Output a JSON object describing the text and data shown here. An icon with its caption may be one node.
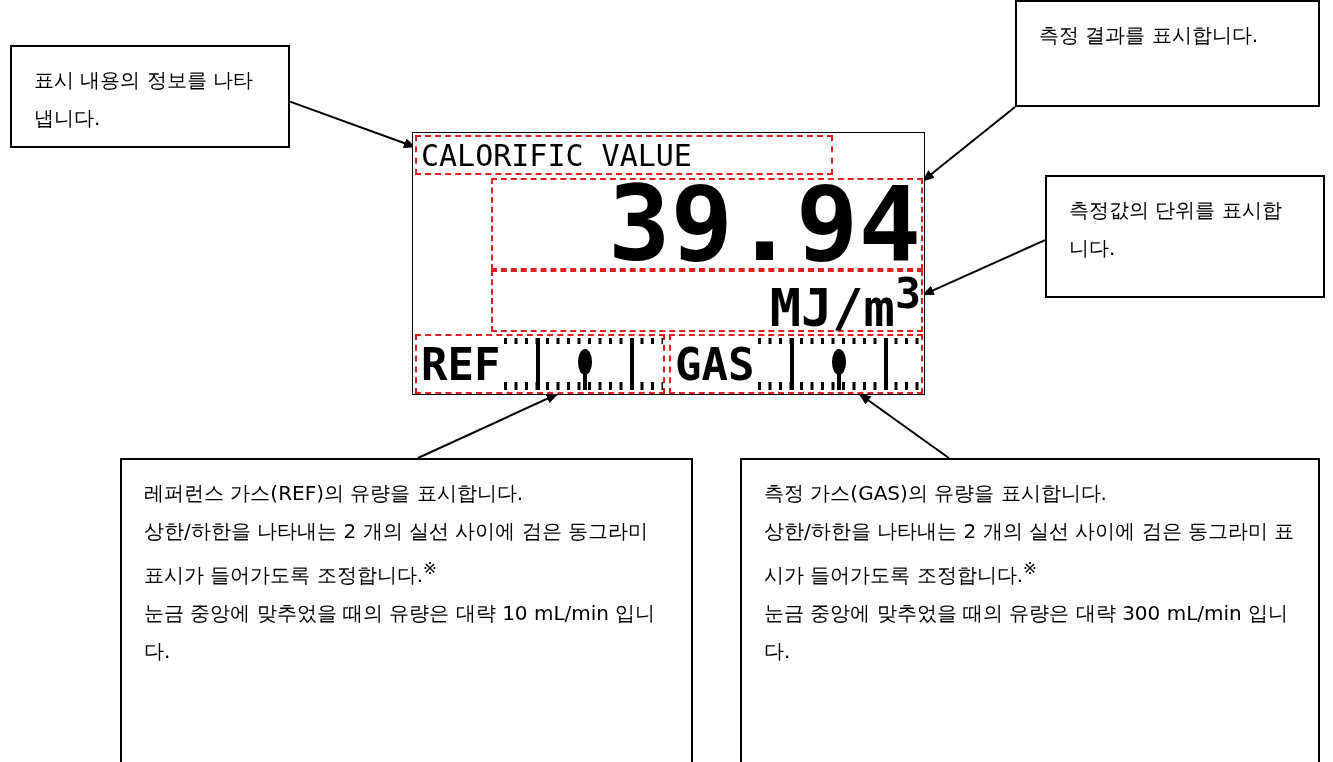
{
  "diagram": {
    "nodes": [
      {
        "text": [
          "표시 내용의 정보를 나타냅니다."
        ]
      },
      {
        "text": [
          "측정 결과를 표시합니다."
        ]
      },
      {
        "text": [
          "측정값의 단위를 표시합니다."
        ]
      },
      {
        "text": [],
        "shape": "box"
      },
      {
        "text": [
          "CALORIFIC VALUE"
        ],
        "in": 3
      },
      {
        "text": [
          "39.94"
        ],
        "in": 3
      },
      {
        "text": [
          "MJ/m$^{3}$"
        ],
        "in": 3
      },
      {
        "text": [
          "REF"
        ],
        "in": 3
      },
      {
        "text": [
          "GAS"
        ],
        "in": 3
      },
      {
        "text": [
          "레퍼런스 가스(REF)의 유량을 표시합니다.",
          "상한/하한을 나타내는 2 개의 실선 사이에 검은 동그라미 표시가 들어가도록 조정합니다.$^{※}$",
          "눈금 중앙에 맞추었을 때의 유량은 대략 10 mL/min 입니다."
        ]
      },
      {
        "text": [
          "측정 가스(GAS)의 유량을 표시합니다.",
          "상한/하한을 나타내는 2 개의 실선 사이에 검은 동그라미 표시가 들어가도록 조정합니다.$^{※}$",
          "눈금 중앙에 맞추었을 때의 유량은 대략 300 mL/min 입니다."
        ]
      }
    ],
    "edges": [
      {
        "from": 0,
        "to": 4,
        "arrow": "to"
      },
      {
        "from": 1,
        "to": 5,
        "arrow": "to"
      },
      {
        "from": 2,
        "to": 6,
        "arrow": "to"
      },
      {
        "from": 9,
        "to": 7,
        "arrow": "to"
      },
      {
        "from": 10,
        "to": 8,
        "arrow": "to"
      }
    ]
  }
}
